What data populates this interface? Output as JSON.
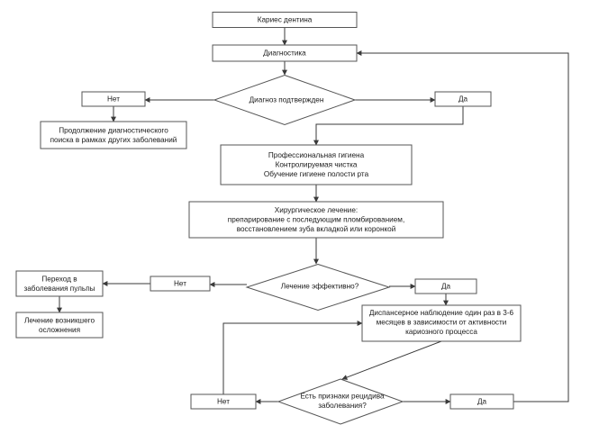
{
  "diagram": {
    "nodes": {
      "caries": {
        "lines": [
          "Кариес дентина"
        ]
      },
      "diagnostics": {
        "lines": [
          "Диагностика"
        ]
      },
      "diagnosis_confirmed": {
        "lines": [
          "Диагноз подтвержден"
        ]
      },
      "no_1": {
        "lines": [
          "Нет"
        ]
      },
      "yes_1": {
        "lines": [
          "Да"
        ]
      },
      "continue_search": {
        "lines": [
          "Продолжение диагностического",
          "поиска в рамках других заболеваний"
        ]
      },
      "hygiene": {
        "lines": [
          "Профессиональная гигиена",
          "Контролируемая чистка",
          "Обучение  гигиене полости рта"
        ]
      },
      "surgical": {
        "lines": [
          "Хирургическое лечение:",
          "препарирование с последующим пломбированием,",
          "восстановлением зуба вкладкой или коронкой"
        ]
      },
      "effective": {
        "lines": [
          "Лечение  эффективно?"
        ]
      },
      "no_2": {
        "lines": [
          "Нет"
        ]
      },
      "yes_2": {
        "lines": [
          "Да"
        ]
      },
      "pulp": {
        "lines": [
          "Переход  в",
          "заболевания пульпы"
        ]
      },
      "complication": {
        "lines": [
          "Лечение  возникшего",
          "осложнения"
        ]
      },
      "dispensary": {
        "lines": [
          "Диспансерное наблюдение  один раз в 3-6",
          "месяцев  в зависимости от активности",
          "кариозного процесса"
        ]
      },
      "relapse": {
        "lines": [
          "Есть признаки рецидива",
          "заболевания?"
        ]
      },
      "no_3": {
        "lines": [
          "Нет"
        ]
      },
      "yes_3": {
        "lines": [
          "Да"
        ]
      }
    }
  }
}
